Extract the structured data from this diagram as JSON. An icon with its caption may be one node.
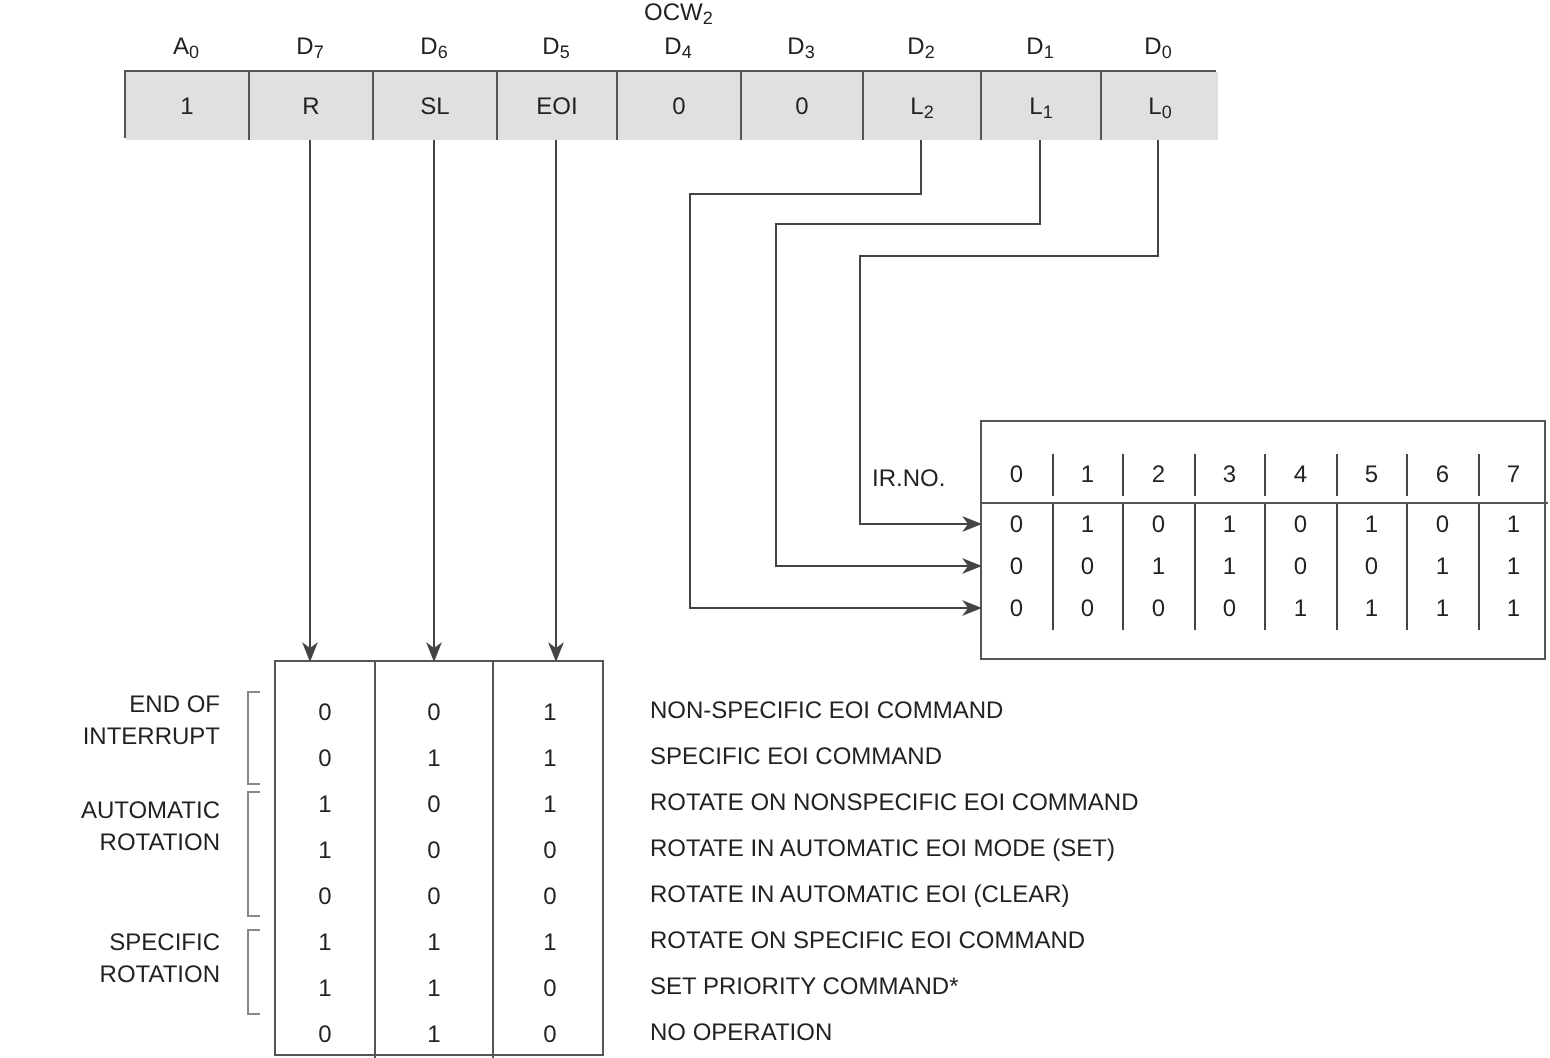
{
  "diagram": {
    "title": "OCW$_{2}$",
    "nodes": [
      {
        "text": [],
        "shape": "box"
      },
      {
        "text": [
          "1"
        ],
        "in": 0,
        "beside": [
          "A$_{0}$"
        ]
      },
      {
        "text": [
          "R"
        ],
        "in": 0,
        "beside": [
          "D$_{7}$"
        ]
      },
      {
        "text": [
          "SL"
        ],
        "in": 0,
        "beside": [
          "D$_{6}$"
        ]
      },
      {
        "text": [
          "EOI"
        ],
        "in": 0,
        "beside": [
          "D$_{5}$"
        ]
      },
      {
        "text": [
          "0"
        ],
        "in": 0,
        "beside": [
          "D$_{4}$"
        ]
      },
      {
        "text": [
          "0"
        ],
        "in": 0,
        "beside": [
          "D$_{3}$"
        ]
      },
      {
        "text": [
          "L$_{2}$"
        ],
        "in": 0,
        "beside": [
          "D$_{2}$"
        ]
      },
      {
        "text": [
          "L$_{1}$"
        ],
        "in": 0,
        "beside": [
          "D$_{1}$"
        ]
      },
      {
        "text": [
          "L$_{0}$"
        ],
        "in": 0,
        "beside": [
          "D$_{0}$"
        ]
      },
      {
        "text": [],
        "shape": "box"
      },
      {
        "text": [
          "0",
          "0",
          "1",
          "1",
          "0",
          "1",
          "1",
          "0"
        ],
        "in": 10
      },
      {
        "text": [
          "0",
          "1",
          "0",
          "0",
          "0",
          "1",
          "1",
          "1"
        ],
        "in": 10
      },
      {
        "text": [
          "1",
          "1",
          "1",
          "0",
          "0",
          "1",
          "0",
          "0"
        ],
        "in": 10
      },
      {
        "text": [],
        "shape": "box"
      },
      {
        "text": [
          "0",
          "1",
          "2",
          "3",
          "4",
          "5",
          "6",
          "7"
        ],
        "in": 14
      },
      {
        "text": [
          "0",
          "1",
          "0",
          "1",
          "0",
          "1",
          "0",
          "1"
        ],
        "in": 14
      },
      {
        "text": [
          "0",
          "0",
          "1",
          "1",
          "0",
          "0",
          "1",
          "1"
        ],
        "in": 14
      },
      {
        "text": [
          "0",
          "0",
          "0",
          "0",
          "1",
          "1",
          "1",
          "1"
        ],
        "in": 14
      }
    ],
    "edges": [
      {
        "from": 2,
        "to": 11,
        "arrow": "to"
      },
      {
        "from": 3,
        "to": 12,
        "arrow": "to"
      },
      {
        "from": 4,
        "to": 13,
        "arrow": "to"
      },
      {
        "from": 7,
        "to": 18,
        "arrow": "to"
      },
      {
        "from": 8,
        "to": 17,
        "arrow": "to"
      },
      {
        "from": 9,
        "to": 16,
        "arrow": "to"
      }
    ],
    "labels": [
      "IR.NO.",
      "END OF INTERRUPT",
      "AUTOMATIC ROTATION",
      "SPECIFIC ROTATION",
      "NON-SPECIFIC EOI COMMAND",
      "SPECIFIC EOI COMMAND",
      "ROTATE ON NONSPECIFIC EOI COMMAND",
      "ROTATE IN AUTOMATIC EOI MODE (SET)",
      "ROTATE IN AUTOMATIC EOI (CLEAR)",
      "ROTATE ON SPECIFIC EOI COMMAND",
      "SET PRIORITY COMMAND*",
      "NO OPERATION"
    ]
  }
}
